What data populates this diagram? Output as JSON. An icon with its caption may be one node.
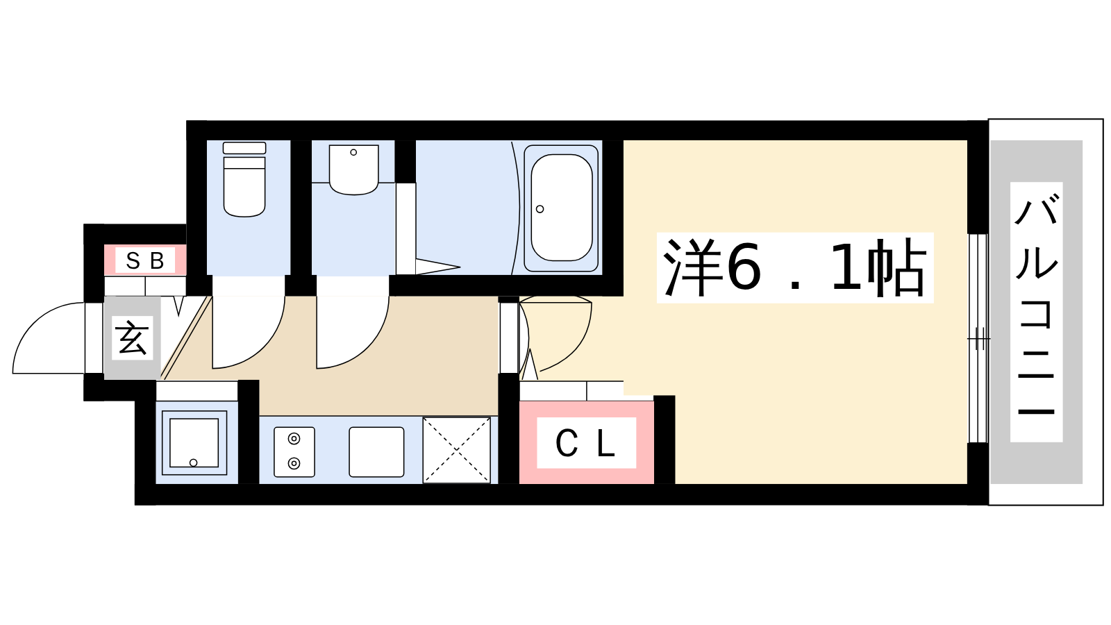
{
  "diagram": {
    "nodes": [
      {
        "text": [
          "ＳＢ"
        ]
      },
      {
        "text": [
          "玄"
        ]
      },
      {
        "text": [
          "洋6．1帖"
        ]
      },
      {
        "text": [
          "ＣＬ"
        ]
      },
      {
        "text": [
          "バルコニー"
        ]
      }
    ]
  }
}
